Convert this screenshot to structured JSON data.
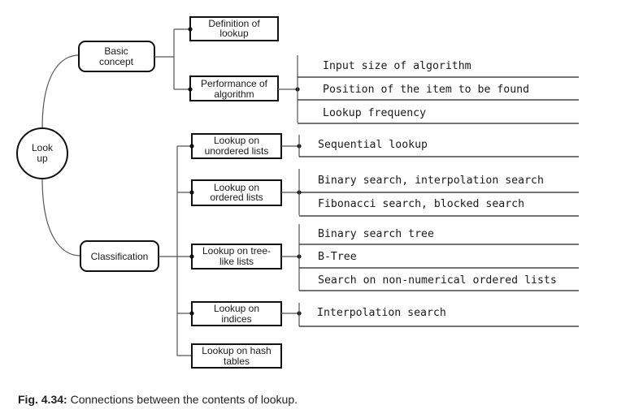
{
  "root": {
    "lines": [
      "Look",
      "up"
    ]
  },
  "basic": {
    "label": [
      "Basic",
      "concept"
    ],
    "children": [
      {
        "lines": [
          "Definition of",
          "lookup"
        ],
        "items": []
      },
      {
        "lines": [
          "Performance of",
          "algorithm"
        ],
        "items": [
          "Input size of algorithm",
          "Position of the item to be found",
          "Lookup frequency"
        ]
      }
    ]
  },
  "classification": {
    "label": [
      "Classification"
    ],
    "children": [
      {
        "lines": [
          "Lookup on",
          "unordered lists"
        ],
        "items": [
          "Sequential lookup"
        ]
      },
      {
        "lines": [
          "Lookup on",
          "ordered lists"
        ],
        "items": [
          "Binary search, interpolation search",
          "Fibonacci search, blocked search"
        ]
      },
      {
        "lines": [
          "Lookup on tree-",
          "like lists"
        ],
        "items": [
          "Binary search tree",
          "B-Tree",
          "Search on non-numerical ordered lists"
        ]
      },
      {
        "lines": [
          "Lookup on",
          "indices"
        ],
        "items": [
          "Interpolation search"
        ]
      },
      {
        "lines": [
          "Lookup on hash",
          "tables"
        ],
        "items": []
      }
    ]
  },
  "caption": {
    "label": "Fig. 4.34:",
    "text": " Connections between the contents of lookup."
  }
}
